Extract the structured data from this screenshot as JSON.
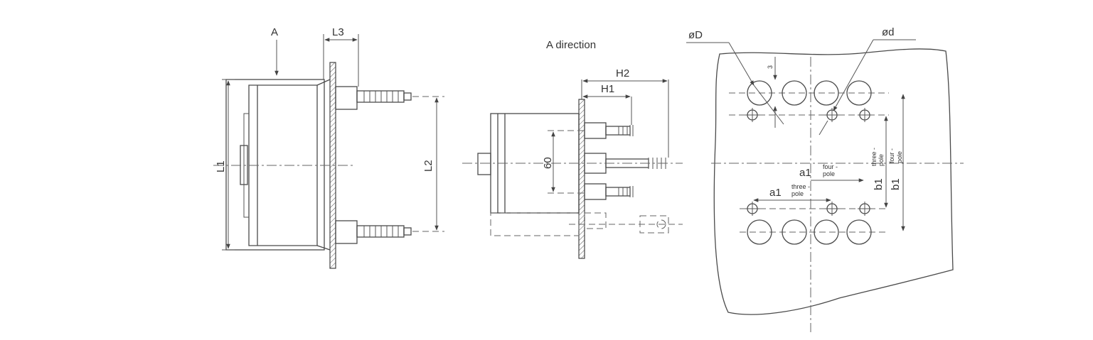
{
  "labels": {
    "A": "A",
    "L3": "L3",
    "L1": "L1",
    "L2": "L2",
    "a_direction": "A direction",
    "H1": "H1",
    "H2": "H2",
    "dim_60": "60",
    "phiD": "øD",
    "phid": "ød",
    "dim_3": "3",
    "a1_four": "a1",
    "four_pole_1": "four -",
    "four_pole_2": "pole",
    "a1_three": "a1",
    "three_pole_1": "three -",
    "three_pole_2": "pole",
    "b1_three": "b1",
    "b1_four": "b1",
    "three_pole_v1": "three -",
    "three_pole_v2": "pole",
    "four_pole_v1": "four -",
    "four_pole_v2": "pole"
  }
}
